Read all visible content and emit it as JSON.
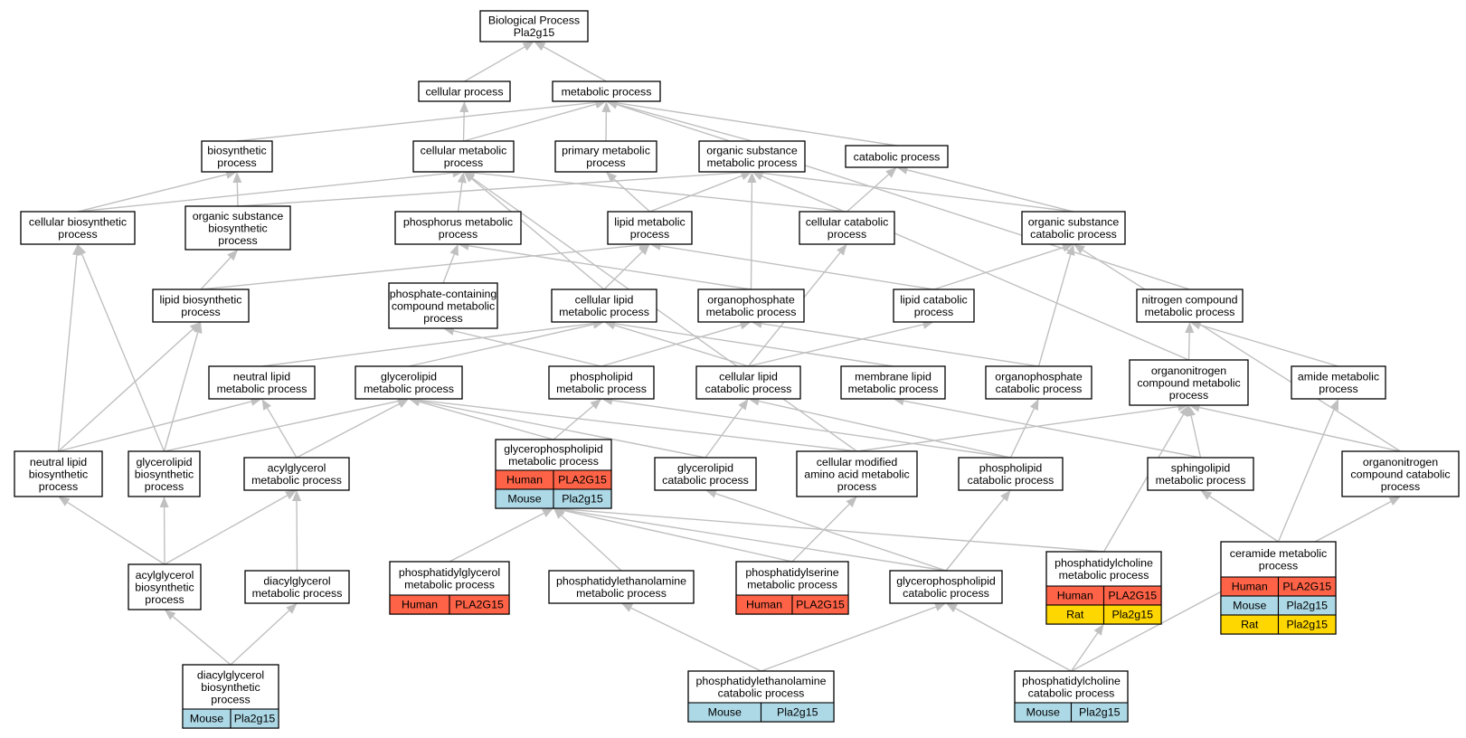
{
  "colors": {
    "edge": "#c0c0c0",
    "node_border": "#000000",
    "human": "#ff6347",
    "mouse": "#add8e6",
    "rat": "#ffd700"
  },
  "nodes": [
    {
      "id": "root",
      "lines": [
        "Biological Process",
        "Pla2g15"
      ]
    },
    {
      "id": "cellular-process",
      "lines": [
        "cellular process"
      ]
    },
    {
      "id": "metabolic-process",
      "lines": [
        "metabolic process"
      ]
    },
    {
      "id": "biosynthetic-process",
      "lines": [
        "biosynthetic",
        "process"
      ]
    },
    {
      "id": "cellular-metabolic-process",
      "lines": [
        "cellular metabolic",
        "process"
      ]
    },
    {
      "id": "primary-metabolic-process",
      "lines": [
        "primary metabolic",
        "process"
      ]
    },
    {
      "id": "organic-substance-metabolic-process",
      "lines": [
        "organic substance",
        "metabolic process"
      ]
    },
    {
      "id": "catabolic-process",
      "lines": [
        "catabolic process"
      ]
    },
    {
      "id": "cellular-biosynthetic-process",
      "lines": [
        "cellular biosynthetic",
        "process"
      ]
    },
    {
      "id": "organic-substance-biosynthetic-process",
      "lines": [
        "organic substance",
        "biosynthetic",
        "process"
      ]
    },
    {
      "id": "phosphorus-metabolic-process",
      "lines": [
        "phosphorus metabolic",
        "process"
      ]
    },
    {
      "id": "lipid-metabolic-process",
      "lines": [
        "lipid metabolic",
        "process"
      ]
    },
    {
      "id": "cellular-catabolic-process",
      "lines": [
        "cellular catabolic",
        "process"
      ]
    },
    {
      "id": "organic-substance-catabolic-process",
      "lines": [
        "organic substance",
        "catabolic process"
      ]
    },
    {
      "id": "lipid-biosynthetic-process",
      "lines": [
        "lipid biosynthetic",
        "process"
      ]
    },
    {
      "id": "phosphate-containing-compound-metabolic-process",
      "lines": [
        "phosphate-containing",
        "compound metabolic",
        "process"
      ]
    },
    {
      "id": "cellular-lipid-metabolic-process",
      "lines": [
        "cellular lipid",
        "metabolic process"
      ]
    },
    {
      "id": "organophosphate-metabolic-process",
      "lines": [
        "organophosphate",
        "metabolic process"
      ]
    },
    {
      "id": "lipid-catabolic-process",
      "lines": [
        "lipid catabolic",
        "process"
      ]
    },
    {
      "id": "nitrogen-compound-metabolic-process",
      "lines": [
        "nitrogen compound",
        "metabolic process"
      ]
    },
    {
      "id": "neutral-lipid-metabolic-process",
      "lines": [
        "neutral lipid",
        "metabolic process"
      ]
    },
    {
      "id": "glycerolipid-metabolic-process",
      "lines": [
        "glycerolipid",
        "metabolic process"
      ]
    },
    {
      "id": "phospholipid-metabolic-process",
      "lines": [
        "phospholipid",
        "metabolic process"
      ]
    },
    {
      "id": "cellular-lipid-catabolic-process",
      "lines": [
        "cellular lipid",
        "catabolic process"
      ]
    },
    {
      "id": "membrane-lipid-metabolic-process",
      "lines": [
        "membrane lipid",
        "metabolic process"
      ]
    },
    {
      "id": "organophosphate-catabolic-process",
      "lines": [
        "organophosphate",
        "catabolic process"
      ]
    },
    {
      "id": "organonitrogen-compound-metabolic-process",
      "lines": [
        "organonitrogen",
        "compound metabolic",
        "process"
      ]
    },
    {
      "id": "amide-metabolic-process",
      "lines": [
        "amide metabolic",
        "process"
      ]
    },
    {
      "id": "neutral-lipid-biosynthetic-process",
      "lines": [
        "neutral lipid",
        "biosynthetic",
        "process"
      ]
    },
    {
      "id": "glycerolipid-biosynthetic-process",
      "lines": [
        "glycerolipid",
        "biosynthetic",
        "process"
      ]
    },
    {
      "id": "acylglycerol-metabolic-process",
      "lines": [
        "acylglycerol",
        "metabolic process"
      ]
    },
    {
      "id": "glycerophospholipid-metabolic-process",
      "lines": [
        "glycerophospholipid",
        "metabolic process"
      ],
      "genes": [
        [
          "Human",
          "PLA2G15"
        ],
        [
          "Mouse",
          "Pla2g15"
        ]
      ]
    },
    {
      "id": "glycerolipid-catabolic-process",
      "lines": [
        "glycerolipid",
        "catabolic process"
      ]
    },
    {
      "id": "cellular-modified-amino-acid-metabolic-process",
      "lines": [
        "cellular modified",
        "amino acid metabolic",
        "process"
      ]
    },
    {
      "id": "phospholipid-catabolic-process",
      "lines": [
        "phospholipid",
        "catabolic process"
      ]
    },
    {
      "id": "sphingolipid-metabolic-process",
      "lines": [
        "sphingolipid",
        "metabolic process"
      ]
    },
    {
      "id": "organonitrogen-compound-catabolic-process",
      "lines": [
        "organonitrogen",
        "compound catabolic",
        "process"
      ]
    },
    {
      "id": "acylglycerol-biosynthetic-process",
      "lines": [
        "acylglycerol",
        "biosynthetic",
        "process"
      ]
    },
    {
      "id": "diacylglycerol-metabolic-process",
      "lines": [
        "diacylglycerol",
        "metabolic process"
      ]
    },
    {
      "id": "phosphatidylglycerol-metabolic-process",
      "lines": [
        "phosphatidylglycerol",
        "metabolic process"
      ],
      "genes": [
        [
          "Human",
          "PLA2G15"
        ]
      ]
    },
    {
      "id": "phosphatidylethanolamine-metabolic-process",
      "lines": [
        "phosphatidylethanolamine",
        "metabolic process"
      ]
    },
    {
      "id": "phosphatidylserine-metabolic-process",
      "lines": [
        "phosphatidylserine",
        "metabolic process"
      ],
      "genes": [
        [
          "Human",
          "PLA2G15"
        ]
      ]
    },
    {
      "id": "glycerophospholipid-catabolic-process",
      "lines": [
        "glycerophospholipid",
        "catabolic process"
      ]
    },
    {
      "id": "phosphatidylcholine-metabolic-process",
      "lines": [
        "phosphatidylcholine",
        "metabolic process"
      ],
      "genes": [
        [
          "Human",
          "PLA2G15"
        ],
        [
          "Rat",
          "Pla2g15"
        ]
      ]
    },
    {
      "id": "ceramide-metabolic-process",
      "lines": [
        "ceramide metabolic",
        "process"
      ],
      "genes": [
        [
          "Human",
          "PLA2G15"
        ],
        [
          "Mouse",
          "Pla2g15"
        ],
        [
          "Rat",
          "Pla2g15"
        ]
      ]
    },
    {
      "id": "diacylglycerol-biosynthetic-process",
      "lines": [
        "diacylglycerol",
        "biosynthetic",
        "process"
      ],
      "genes": [
        [
          "Mouse",
          "Pla2g15"
        ]
      ]
    },
    {
      "id": "phosphatidylethanolamine-catabolic-process",
      "lines": [
        "phosphatidylethanolamine",
        "catabolic process"
      ],
      "genes": [
        [
          "Mouse",
          "Pla2g15"
        ]
      ]
    },
    {
      "id": "phosphatidylcholine-catabolic-process",
      "lines": [
        "phosphatidylcholine",
        "catabolic process"
      ],
      "genes": [
        [
          "Mouse",
          "Pla2g15"
        ]
      ]
    }
  ],
  "edges": [
    [
      "cellular-process",
      "root"
    ],
    [
      "metabolic-process",
      "root"
    ],
    [
      "biosynthetic-process",
      "metabolic-process"
    ],
    [
      "cellular-metabolic-process",
      "cellular-process"
    ],
    [
      "cellular-metabolic-process",
      "metabolic-process"
    ],
    [
      "primary-metabolic-process",
      "metabolic-process"
    ],
    [
      "organic-substance-metabolic-process",
      "metabolic-process"
    ],
    [
      "catabolic-process",
      "metabolic-process"
    ],
    [
      "nitrogen-compound-metabolic-process",
      "metabolic-process"
    ],
    [
      "cellular-biosynthetic-process",
      "biosynthetic-process"
    ],
    [
      "cellular-biosynthetic-process",
      "cellular-metabolic-process"
    ],
    [
      "organic-substance-biosynthetic-process",
      "biosynthetic-process"
    ],
    [
      "organic-substance-biosynthetic-process",
      "organic-substance-metabolic-process"
    ],
    [
      "phosphorus-metabolic-process",
      "cellular-metabolic-process"
    ],
    [
      "lipid-metabolic-process",
      "primary-metabolic-process"
    ],
    [
      "lipid-metabolic-process",
      "organic-substance-metabolic-process"
    ],
    [
      "cellular-catabolic-process",
      "cellular-metabolic-process"
    ],
    [
      "cellular-catabolic-process",
      "catabolic-process"
    ],
    [
      "organic-substance-catabolic-process",
      "organic-substance-metabolic-process"
    ],
    [
      "organic-substance-catabolic-process",
      "catabolic-process"
    ],
    [
      "lipid-biosynthetic-process",
      "organic-substance-biosynthetic-process"
    ],
    [
      "lipid-biosynthetic-process",
      "lipid-metabolic-process"
    ],
    [
      "phosphate-containing-compound-metabolic-process",
      "phosphorus-metabolic-process"
    ],
    [
      "cellular-lipid-metabolic-process",
      "cellular-metabolic-process"
    ],
    [
      "cellular-lipid-metabolic-process",
      "lipid-metabolic-process"
    ],
    [
      "organophosphate-metabolic-process",
      "organic-substance-metabolic-process"
    ],
    [
      "organophosphate-metabolic-process",
      "phosphorus-metabolic-process"
    ],
    [
      "lipid-catabolic-process",
      "lipid-metabolic-process"
    ],
    [
      "lipid-catabolic-process",
      "organic-substance-catabolic-process"
    ],
    [
      "nitrogen-compound-metabolic-process",
      "metabolic-process"
    ],
    [
      "neutral-lipid-metabolic-process",
      "cellular-lipid-metabolic-process"
    ],
    [
      "glycerolipid-metabolic-process",
      "cellular-lipid-metabolic-process"
    ],
    [
      "phospholipid-metabolic-process",
      "phosphate-containing-compound-metabolic-process"
    ],
    [
      "phospholipid-metabolic-process",
      "organophosphate-metabolic-process"
    ],
    [
      "cellular-lipid-catabolic-process",
      "cellular-lipid-metabolic-process"
    ],
    [
      "cellular-lipid-catabolic-process",
      "cellular-catabolic-process"
    ],
    [
      "cellular-lipid-catabolic-process",
      "lipid-catabolic-process"
    ],
    [
      "membrane-lipid-metabolic-process",
      "cellular-lipid-metabolic-process"
    ],
    [
      "organophosphate-catabolic-process",
      "organophosphate-metabolic-process"
    ],
    [
      "organophosphate-catabolic-process",
      "organic-substance-catabolic-process"
    ],
    [
      "organonitrogen-compound-metabolic-process",
      "nitrogen-compound-metabolic-process"
    ],
    [
      "organonitrogen-compound-metabolic-process",
      "organic-substance-metabolic-process"
    ],
    [
      "amide-metabolic-process",
      "nitrogen-compound-metabolic-process"
    ],
    [
      "neutral-lipid-biosynthetic-process",
      "cellular-biosynthetic-process"
    ],
    [
      "neutral-lipid-biosynthetic-process",
      "lipid-biosynthetic-process"
    ],
    [
      "neutral-lipid-biosynthetic-process",
      "neutral-lipid-metabolic-process"
    ],
    [
      "glycerolipid-biosynthetic-process",
      "cellular-biosynthetic-process"
    ],
    [
      "glycerolipid-biosynthetic-process",
      "lipid-biosynthetic-process"
    ],
    [
      "glycerolipid-biosynthetic-process",
      "glycerolipid-metabolic-process"
    ],
    [
      "acylglycerol-metabolic-process",
      "neutral-lipid-metabolic-process"
    ],
    [
      "acylglycerol-metabolic-process",
      "glycerolipid-metabolic-process"
    ],
    [
      "glycerophospholipid-metabolic-process",
      "glycerolipid-metabolic-process"
    ],
    [
      "glycerophospholipid-metabolic-process",
      "phospholipid-metabolic-process"
    ],
    [
      "glycerolipid-catabolic-process",
      "glycerolipid-metabolic-process"
    ],
    [
      "glycerolipid-catabolic-process",
      "cellular-lipid-catabolic-process"
    ],
    [
      "cellular-modified-amino-acid-metabolic-process",
      "cellular-metabolic-process"
    ],
    [
      "cellular-modified-amino-acid-metabolic-process",
      "glycerolipid-metabolic-process"
    ],
    [
      "cellular-modified-amino-acid-metabolic-process",
      "organonitrogen-compound-metabolic-process"
    ],
    [
      "phospholipid-catabolic-process",
      "phospholipid-metabolic-process"
    ],
    [
      "phospholipid-catabolic-process",
      "cellular-lipid-catabolic-process"
    ],
    [
      "phospholipid-catabolic-process",
      "organophosphate-catabolic-process"
    ],
    [
      "sphingolipid-metabolic-process",
      "membrane-lipid-metabolic-process"
    ],
    [
      "sphingolipid-metabolic-process",
      "organonitrogen-compound-metabolic-process"
    ],
    [
      "organonitrogen-compound-catabolic-process",
      "organonitrogen-compound-metabolic-process"
    ],
    [
      "organonitrogen-compound-catabolic-process",
      "organic-substance-catabolic-process"
    ],
    [
      "acylglycerol-biosynthetic-process",
      "neutral-lipid-biosynthetic-process"
    ],
    [
      "acylglycerol-biosynthetic-process",
      "glycerolipid-biosynthetic-process"
    ],
    [
      "acylglycerol-biosynthetic-process",
      "acylglycerol-metabolic-process"
    ],
    [
      "diacylglycerol-metabolic-process",
      "acylglycerol-metabolic-process"
    ],
    [
      "phosphatidylglycerol-metabolic-process",
      "glycerophospholipid-metabolic-process"
    ],
    [
      "phosphatidylethanolamine-metabolic-process",
      "glycerophospholipid-metabolic-process"
    ],
    [
      "phosphatidylserine-metabolic-process",
      "glycerophospholipid-metabolic-process"
    ],
    [
      "phosphatidylserine-metabolic-process",
      "cellular-modified-amino-acid-metabolic-process"
    ],
    [
      "glycerophospholipid-catabolic-process",
      "glycerophospholipid-metabolic-process"
    ],
    [
      "glycerophospholipid-catabolic-process",
      "glycerolipid-catabolic-process"
    ],
    [
      "glycerophospholipid-catabolic-process",
      "phospholipid-catabolic-process"
    ],
    [
      "phosphatidylcholine-metabolic-process",
      "glycerophospholipid-metabolic-process"
    ],
    [
      "phosphatidylcholine-metabolic-process",
      "organonitrogen-compound-metabolic-process"
    ],
    [
      "ceramide-metabolic-process",
      "sphingolipid-metabolic-process"
    ],
    [
      "ceramide-metabolic-process",
      "amide-metabolic-process"
    ],
    [
      "diacylglycerol-biosynthetic-process",
      "acylglycerol-biosynthetic-process"
    ],
    [
      "diacylglycerol-biosynthetic-process",
      "diacylglycerol-metabolic-process"
    ],
    [
      "phosphatidylethanolamine-catabolic-process",
      "phosphatidylethanolamine-metabolic-process"
    ],
    [
      "phosphatidylethanolamine-catabolic-process",
      "glycerophospholipid-catabolic-process"
    ],
    [
      "phosphatidylcholine-catabolic-process",
      "phosphatidylcholine-metabolic-process"
    ],
    [
      "phosphatidylcholine-catabolic-process",
      "glycerophospholipid-catabolic-process"
    ],
    [
      "phosphatidylcholine-catabolic-process",
      "organonitrogen-compound-catabolic-process"
    ]
  ]
}
